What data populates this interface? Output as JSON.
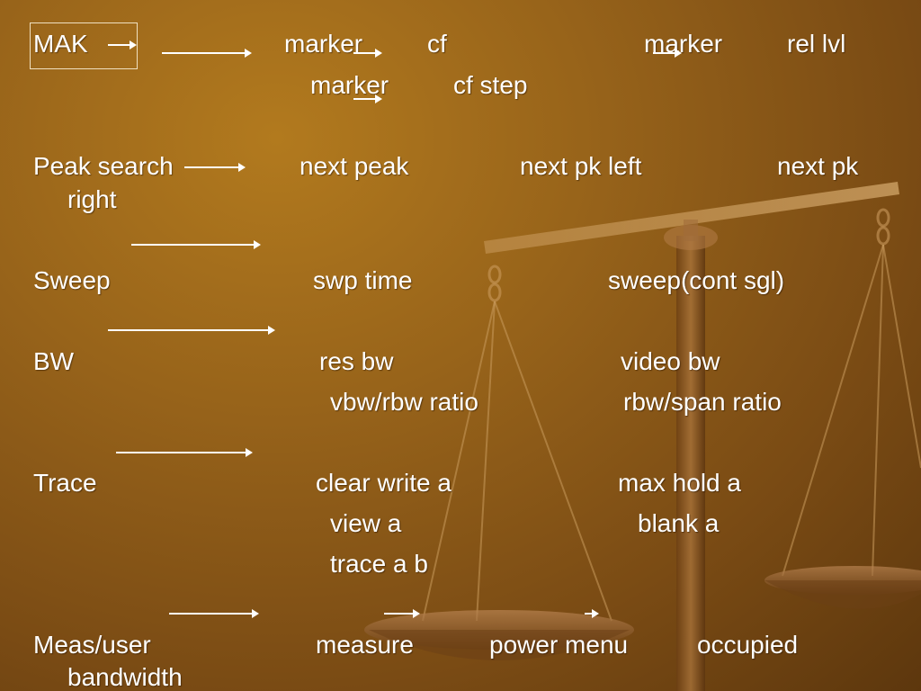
{
  "rows": {
    "mak": {
      "label": "MAK",
      "items": [
        "marker",
        "cf",
        "marker",
        "rel lvl"
      ],
      "line2": [
        "marker",
        "cf  step"
      ]
    },
    "peak": {
      "label": "Peak search",
      "items": [
        "next peak",
        "next pk left",
        "next pk"
      ],
      "wrap": "right"
    },
    "sweep": {
      "label": "Sweep",
      "items": [
        "swp time",
        "sweep(cont  sgl)"
      ]
    },
    "bw": {
      "label": "BW",
      "items": [
        "res  bw",
        "video  bw"
      ],
      "line2": [
        "vbw/rbw ratio",
        "rbw/span  ratio"
      ]
    },
    "trace": {
      "label": "Trace",
      "items": [
        "clear write a",
        "max hold a"
      ],
      "line2": [
        "view a",
        "blank a"
      ],
      "line3": [
        "trace  a  b"
      ]
    },
    "meas": {
      "label": "Meas/user",
      "items": [
        "measure",
        "power menu",
        "occupied"
      ],
      "wrap": "bandwidth"
    }
  },
  "background": {
    "colors": {
      "light": "#b27a1e",
      "mid": "#97631a",
      "dark": "#5d370d"
    },
    "decoration": "balance-scale-icon"
  }
}
